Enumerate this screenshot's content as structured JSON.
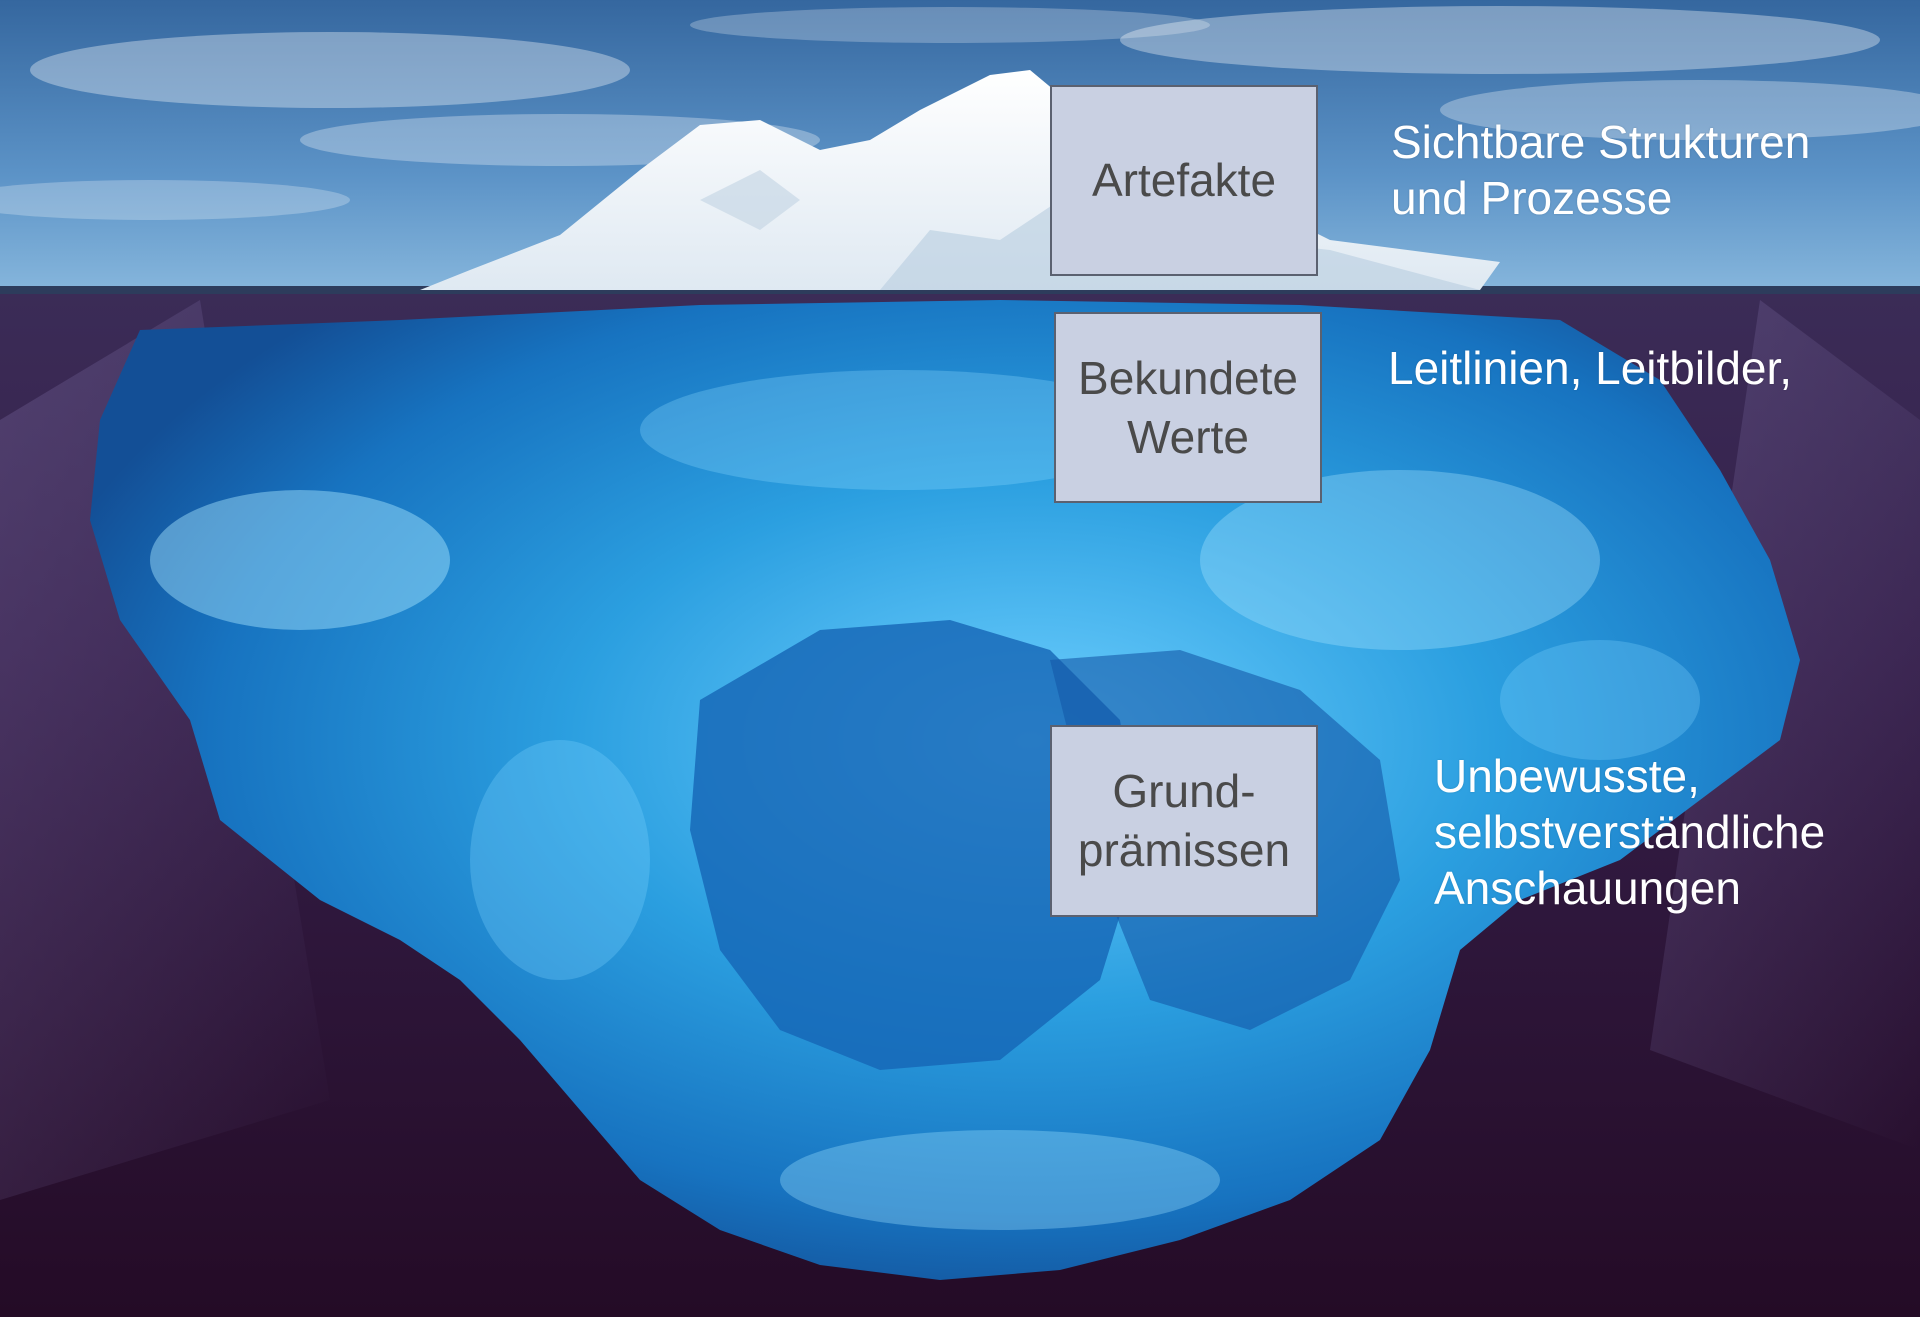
{
  "diagram": {
    "levels": [
      {
        "term": "Artefakte",
        "description": "Sichtbare Strukturen\nund Prozesse"
      },
      {
        "term": "Bekundete\nWerte",
        "description": "Leitlinien, Leitbilder,"
      },
      {
        "term": "Grund-\nprämissen",
        "description": "Unbewusste,\nselbstverständliche\nAnschauungen"
      }
    ]
  },
  "colors": {
    "sky_top": "#3d6fa8",
    "sky_bottom": "#7fb0d8",
    "water_deep": "#2a0f2e",
    "water_surface": "#3a2a55",
    "ice_above": "#f4f8fb",
    "ice_below": "#2aa3e0",
    "box_fill": "#c9d0e2",
    "box_text": "#4a4a4a",
    "description_text": "#ffffff"
  }
}
